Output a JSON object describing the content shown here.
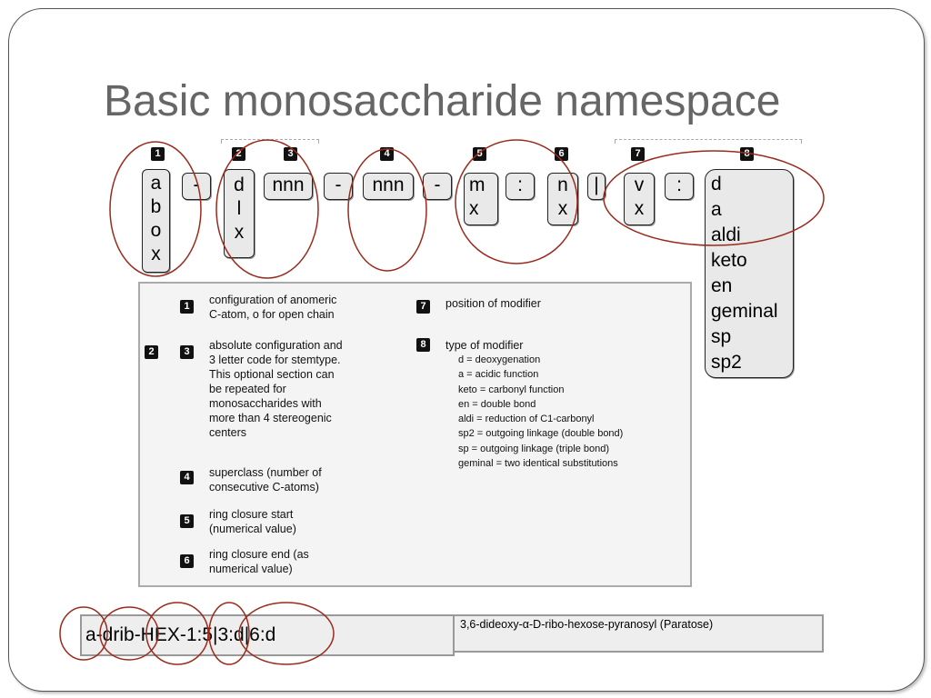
{
  "title": "Basic monosaccharide namespace",
  "numbers": [
    "1",
    "2",
    "3",
    "4",
    "5",
    "6",
    "7",
    "8"
  ],
  "boxes": {
    "anomeric": [
      "a",
      "b",
      "o",
      "x"
    ],
    "dash1": "-",
    "config": [
      "d",
      "l",
      "x"
    ],
    "stem": "nnn",
    "dash2": "-",
    "superclass": "nnn",
    "dash3": "-",
    "ring_start": [
      "m",
      "x"
    ],
    "colon1": ":",
    "ring_end": [
      "n",
      "x"
    ],
    "bar": "|",
    "mod_pos": [
      "v",
      "x"
    ],
    "colon2": ":",
    "mod_type": [
      "d",
      "a",
      "aldi",
      "keto",
      "en",
      "geminal",
      "sp",
      "sp2"
    ]
  },
  "legend": {
    "item1": "configuration of anomeric\nC-atom, o for open chain",
    "item23": "absolute configuration and\n3 letter code for stemtype.\nThis optional section can\nbe repeated for\nmonosaccharides with\nmore than 4 stereogenic\ncenters",
    "item4": "superclass (number of\nconsecutive C-atoms)",
    "item5": "ring closure start\n(numerical value)",
    "item6": "ring closure end (as\nnumerical value)",
    "item7": "position of modifier",
    "item8": "type of modifier",
    "modifiers": "d = deoxygenation\na = acidic function\nketo = carbonyl function\nen = double bond\naldi = reduction of C1-carbonyl\nsp2 = outgoing linkage (double bond)\nsp = outgoing linkage (triple bond)\ngeminal = two identical substitutions"
  },
  "example": {
    "code": "a-drib-HEX-1:5|3:d|6:d",
    "name": "3,6-dideoxy-α-D-ribo-hexose-pyranosyl (Paratose)"
  },
  "colors": {
    "oval": "#9a2b1c",
    "title": "#666666",
    "box": "#e9e9e9"
  }
}
